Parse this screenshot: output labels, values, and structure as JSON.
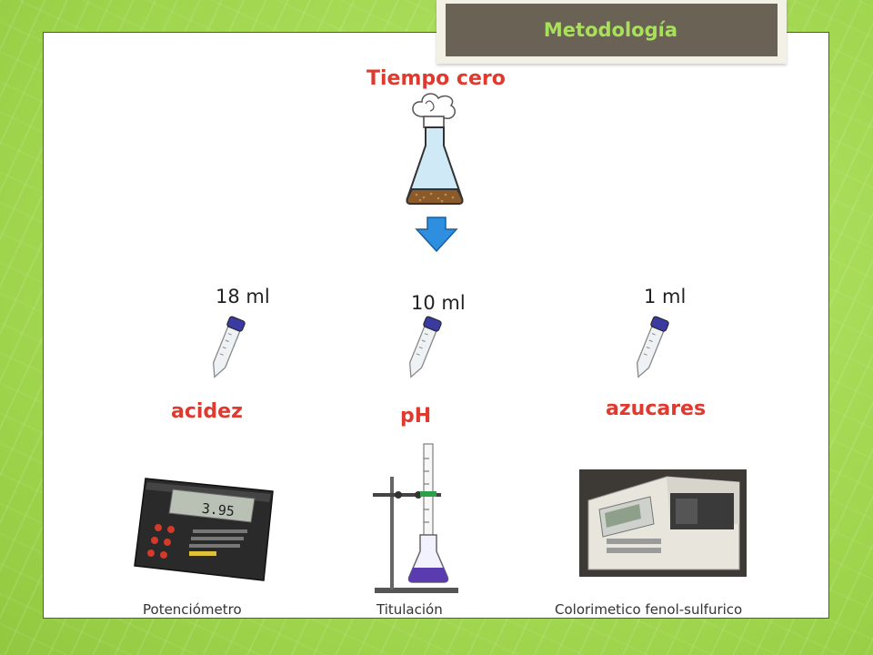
{
  "title": "Metodología",
  "start_label": "Tiempo cero",
  "tubes": [
    {
      "volume": "18 ml",
      "label": "acidez"
    },
    {
      "volume": "10 ml",
      "label": "pH"
    },
    {
      "volume": "1 ml",
      "label": "azucares"
    }
  ],
  "equipment": [
    {
      "caption": "Potenciómetro",
      "display": "3.95"
    },
    {
      "caption": "Titulación"
    },
    {
      "caption": "Colorimetico fenol-sulfurico"
    }
  ],
  "colors": {
    "background": "#a9dd57",
    "title_bar": "#6b6256",
    "title_text": "#a9e05a",
    "accent_red": "#e03a2f",
    "arrow_blue": "#2e8fe0",
    "tube_cap": "#3a3aa0"
  }
}
